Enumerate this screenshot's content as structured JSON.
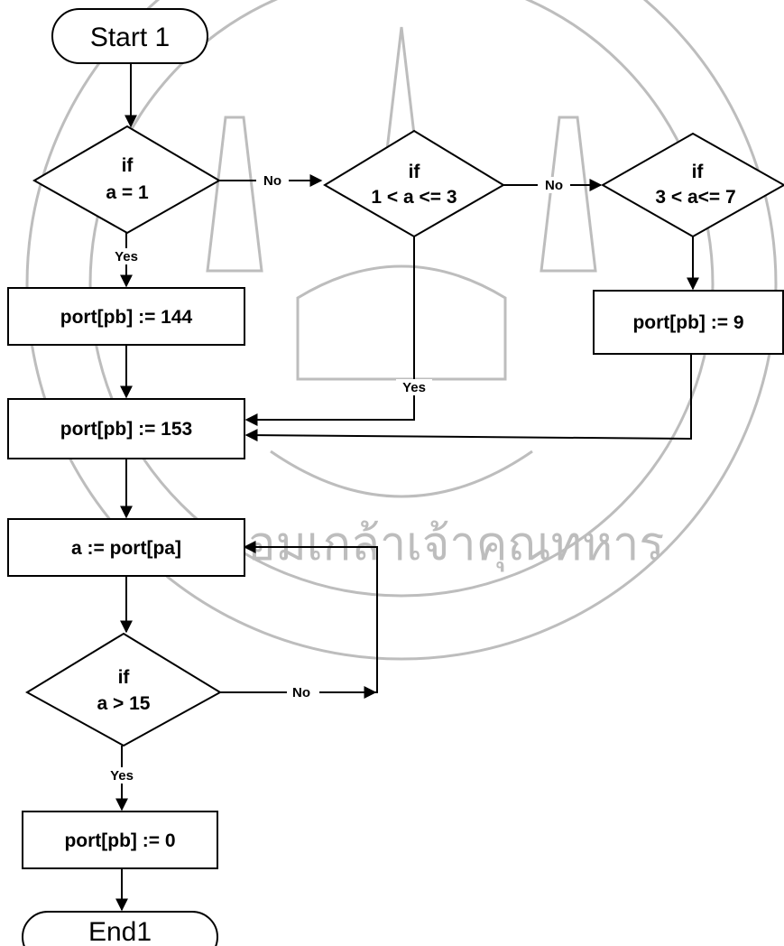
{
  "watermark": {
    "text": "พระจอมเกล้าเจ้าคุณทหาร"
  },
  "nodes": {
    "start": "Start 1",
    "dec1_line1": "if",
    "dec1_line2": "a = 1",
    "dec2_line1": "if",
    "dec2_line2": "1 < a <= 3",
    "dec3_line1": "if",
    "dec3_line2": "3 < a<= 7",
    "proc144": "port[pb] := 144",
    "proc9": "port[pb] := 9",
    "proc153": "port[pb] := 153",
    "proc_read": "a := port[pa]",
    "dec4_line1": "if",
    "dec4_line2": "a > 15",
    "proc0": "port[pb] := 0",
    "end": "End1"
  },
  "labels": {
    "no1": "No",
    "no2": "No",
    "no3": "No",
    "yes1": "Yes",
    "yes2": "Yes",
    "yes3": "Yes"
  }
}
